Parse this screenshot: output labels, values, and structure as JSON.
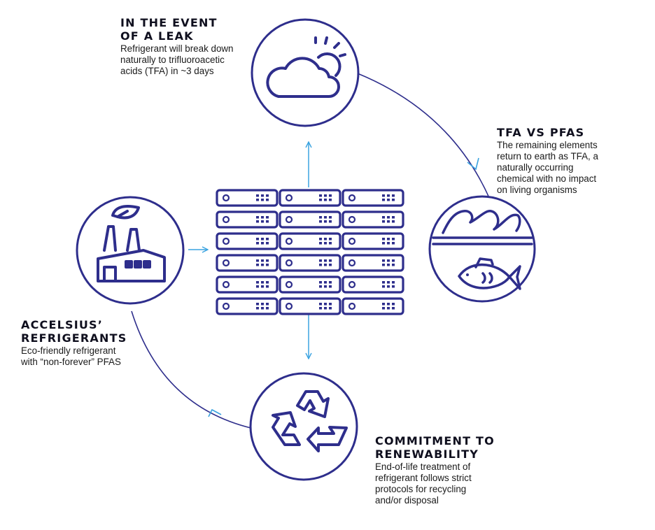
{
  "colors": {
    "navy": "#2e2e8c",
    "accent_blue": "#3aa3e0",
    "text": "#1a1a1a"
  },
  "icons": {
    "top": "cloud-sun-icon",
    "right": "waves-fish-icon",
    "bottom": "recycle-icon",
    "left": "factory-leaf-icon",
    "center": "server-racks-icon"
  },
  "nodes": {
    "leak": {
      "title_line1": "IN THE EVENT",
      "title_line2": "OF A LEAK",
      "desc_lines": [
        "Refrigerant will break down",
        "naturally to trifluoroacetic",
        "acids (TFA) in ~3 days"
      ]
    },
    "tfa": {
      "title_line1": "TFA vs PFAS",
      "desc_lines": [
        "The remaining elements",
        "return to earth as TFA,  a",
        "naturally occurring",
        "chemical with no impact",
        "on living organisms"
      ]
    },
    "renewability": {
      "title_line1": "COMMITMENT TO",
      "title_line2": "RENEWABILITY",
      "desc_lines": [
        "End-of-life treatment of",
        "refrigerant follows strict",
        "protocols for recycling",
        "and/or disposal"
      ]
    },
    "accelsius": {
      "title_line1": "ACCELSIUS’",
      "title_line2": "REFRIGERANTS",
      "desc_lines": [
        "Eco-friendly refrigerant",
        "with “non-forever” PFAS"
      ]
    }
  }
}
